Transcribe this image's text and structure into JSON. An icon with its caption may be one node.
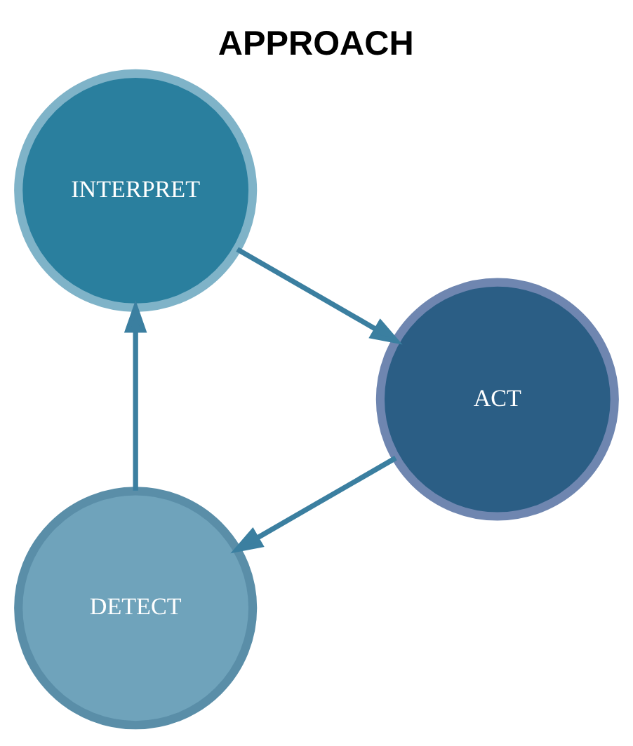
{
  "diagram": {
    "title": "APPROACH",
    "nodes": [
      {
        "text": [
          "DETECT"
        ]
      },
      {
        "text": [
          "INTERPRET"
        ]
      },
      {
        "text": [
          "ACT"
        ]
      }
    ],
    "edges": [
      {
        "from": 0,
        "to": 1,
        "arrow": "to"
      },
      {
        "from": 1,
        "to": 2,
        "arrow": "to"
      },
      {
        "from": 2,
        "to": 0,
        "arrow": "to"
      }
    ]
  }
}
